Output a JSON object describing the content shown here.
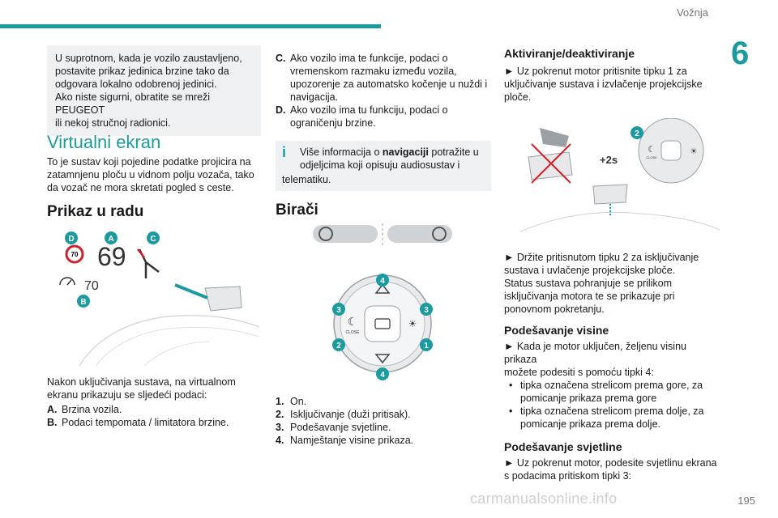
{
  "header": {
    "section": "Vožnja",
    "chapter_number": "6"
  },
  "footer": {
    "page_number": "195",
    "site": "carmanualsonline.info"
  },
  "col1": {
    "note_lines": [
      "U suprotnom, kada je vozilo zaustavljeno,",
      "postavite prikaz jedinica brzine tako da",
      "odgovara lokalno odobrenoj jedinici.",
      "Ako niste sigurni, obratite se mreži PEUGEOT",
      "ili nekoj stručnoj radionici."
    ],
    "title": "Virtualni ekran",
    "intro_lines": [
      "To je sustav koji pojedine podatke projicira na",
      "zatamnjenu ploču u vidnom polju vozača, tako",
      "da vozač ne mora skretati pogled s ceste."
    ],
    "section_title": "Prikaz u radu",
    "figure": {
      "speed": "69",
      "limit": "70",
      "cruise_value": "70",
      "labels": {
        "A": "A",
        "B": "B",
        "C": "C",
        "D": "D"
      }
    },
    "after_lines": [
      "Nakon uključivanja sustava, na virtualnom",
      "ekranu prikazuju se sljedeći podaci:"
    ],
    "items": [
      {
        "key": "A.",
        "text": "Brzina vozila."
      },
      {
        "key": "B.",
        "text": "Podaci tempomata / limitatora brzine."
      }
    ]
  },
  "col2": {
    "items": [
      {
        "key": "C.",
        "lines": [
          "Ako vozilo ima te funkcije, podaci o",
          "vremenskom razmaku između vozila,",
          "upozorenje za automatsko kočenje u nuždi i",
          "navigacija."
        ]
      },
      {
        "key": "D.",
        "lines": [
          "Ako vozilo ima tu funkciju, podaci o",
          "ograničenju brzine."
        ]
      }
    ],
    "info": {
      "pre": "Više informacija o ",
      "bold": "navigaciji",
      "post1": " potražite u",
      "line2": "odjeljcima koji opisuju audiosustav i",
      "line3": "telematiku."
    },
    "section_title": "Birači",
    "control": {
      "close_label": "CLOSE",
      "numbers": [
        "4",
        "3",
        "3",
        "2",
        "1",
        "4"
      ]
    },
    "legend": [
      {
        "key": "1.",
        "text": "On."
      },
      {
        "key": "2.",
        "text": "Isključivanje (duži pritisak)."
      },
      {
        "key": "3.",
        "text": "Podešavanje svjetline."
      },
      {
        "key": "4.",
        "text": "Namještanje visine prikaza."
      }
    ]
  },
  "col3": {
    "title": "Aktiviranje/deaktiviranje",
    "p1_lines": [
      "► Uz pokrenut motor pritisnite tipku 1 za",
      "uključivanje sustava i izvlačenje projekcijske",
      "ploče."
    ],
    "figure": {
      "press_label": "+2s",
      "badge": "2",
      "close_label": "CLOSE"
    },
    "p2_lines": [
      "► Držite pritisnutom tipku 2 za isključivanje",
      "sustava i uvlačenje projekcijske ploče.",
      "Status sustava pohranjuje se prilikom",
      "isključivanja motora te se prikazuje pri",
      "ponovnom pokretanju."
    ],
    "height_title": "Podešavanje visine",
    "height_lines": [
      "► Kada je motor uključen, željenu visinu prikaza",
      "možete podesiti s pomoću tipki 4:"
    ],
    "bullets": [
      [
        "tipka označena strelicom prema gore, za",
        "pomicanje prikaza prema gore"
      ],
      [
        "tipka označena strelicom prema dolje, za",
        "pomicanje prikaza prema dolje."
      ]
    ],
    "brightness_title": "Podešavanje svjetline",
    "brightness_lines": [
      "► Uz pokrenut motor, podesite svjetlinu ekrana",
      "s podacima pritiskom tipki 3:"
    ]
  },
  "colors": {
    "accent": "#1b9aa0",
    "note_bg": "#eef0f2",
    "limit_red": "#d0202a"
  }
}
